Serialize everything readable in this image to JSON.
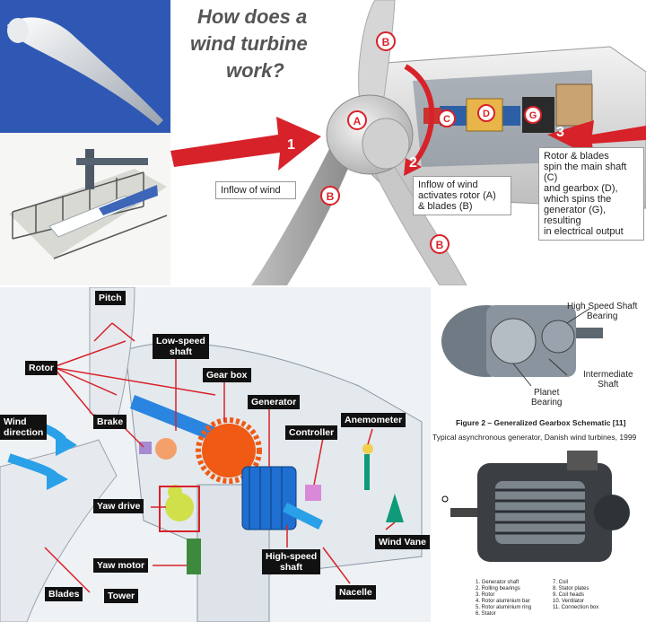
{
  "title": {
    "lines": [
      "How does a",
      "wind turbine",
      "work?"
    ]
  },
  "parts": {
    "a": "A",
    "b": "B",
    "c": "C",
    "d": "D",
    "g": "G"
  },
  "steps": {
    "one": "1",
    "two": "2",
    "three": "3"
  },
  "callouts": {
    "inflow": "Inflow of wind",
    "activates": [
      "Inflow of wind",
      "activates rotor (A)",
      "& blades (B)"
    ],
    "rotor_blades": [
      "Rotor & blades",
      "spin the main shaft (C)",
      "and gearbox (D),",
      "which spins the",
      "generator (G), resulting",
      "in electrical output"
    ]
  },
  "diagram_labels": {
    "pitch": "Pitch",
    "low_speed_shaft": [
      "Low-speed",
      "shaft"
    ],
    "gear_box": "Gear box",
    "rotor": "Rotor",
    "generator": "Generator",
    "anemometer": "Anemometer",
    "controller": "Controller",
    "wind_direction": [
      "Wind",
      "direction"
    ],
    "brake": "Brake",
    "yaw_drive": "Yaw drive",
    "wind_vane": "Wind Vane",
    "yaw_motor": "Yaw motor",
    "high_speed_shaft": [
      "High-speed",
      "shaft"
    ],
    "nacelle": "Nacelle",
    "blades": "Blades",
    "tower": "Tower"
  },
  "gearbox_figure": {
    "hs_bearing": [
      "High Speed Shaft",
      "Bearing"
    ],
    "intermediate": [
      "Intermediate",
      "Shaft"
    ],
    "planet": [
      "Planet",
      "Bearing"
    ],
    "caption": "Figure 2 – Generalized Gearbox Schematic [11]"
  },
  "generator_figure": {
    "caption": "Typical asynchronous generator, Danish wind turbines, 1999",
    "legend_left": [
      "1. Generator shaft",
      "2. Rolling bearings",
      "3. Rotor",
      "4. Rotor aluminium bar",
      "5. Rotor aluminium ring",
      "6. Stator"
    ],
    "legend_right": [
      "7. Coil",
      "8. Stator plates",
      "9. Coil heads",
      "10. Ventilator",
      "11. Connection box"
    ]
  },
  "colors": {
    "red": "#d8222a",
    "blue": "#1f7fd8",
    "orange": "#f05a14",
    "green": "#0f9a7a",
    "black": "#111111"
  }
}
